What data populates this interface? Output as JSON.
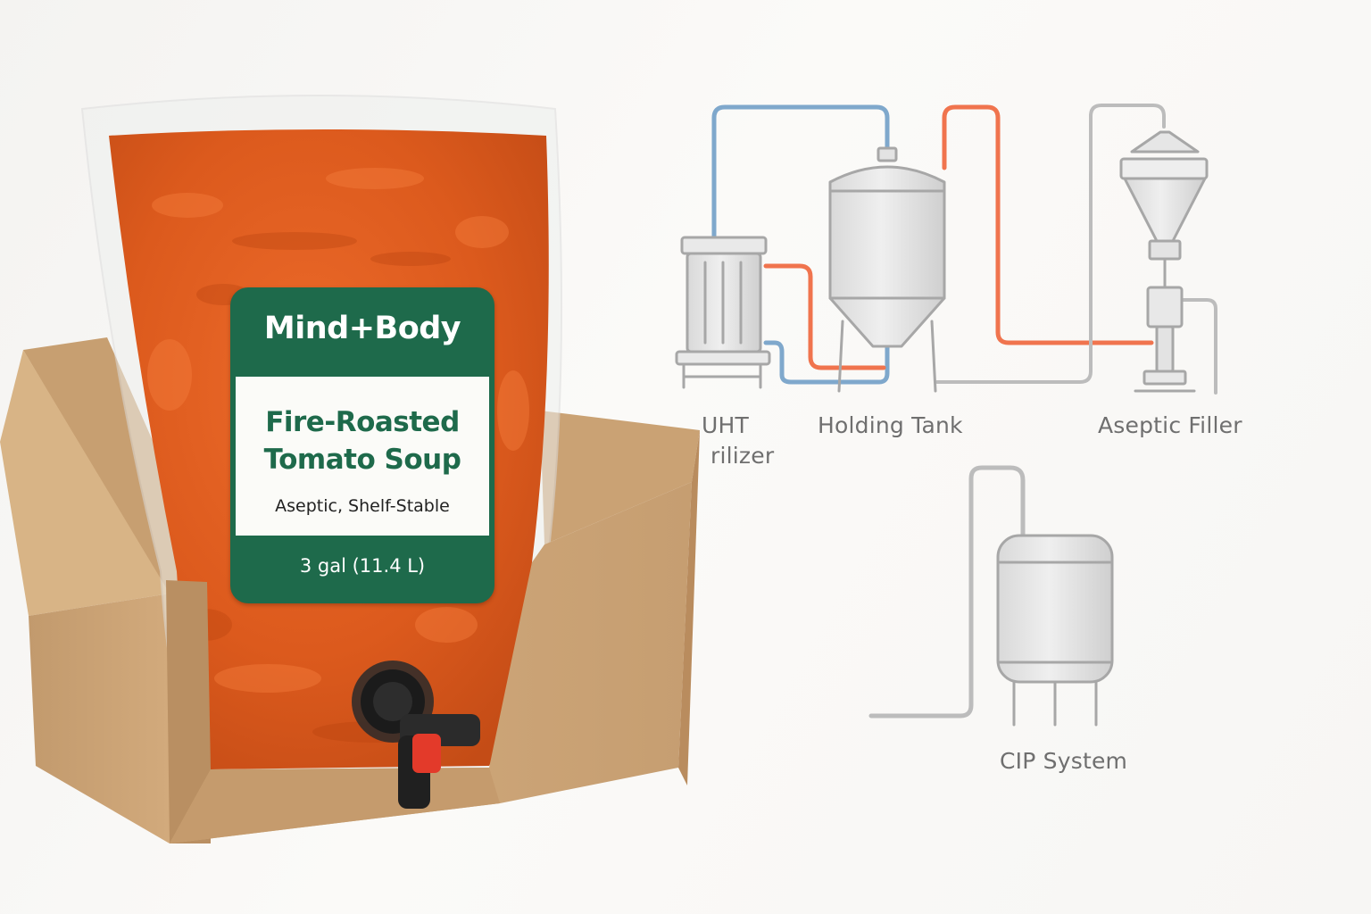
{
  "product": {
    "brand": "Mind+Body",
    "name_line1": "Fire-Roasted",
    "name_line2": "Tomato Soup",
    "descriptor": "Aseptic, Shelf-Stable",
    "volume": "3 gal (11.4 L)"
  },
  "diagram": {
    "labels": {
      "uht_line1": "UHT",
      "uht_line2": "rilizer",
      "holding_tank": "Holding Tank",
      "aseptic_filler": "Aseptic Filler",
      "cip_system": "CIP System"
    },
    "colors": {
      "hot_line": "#f0744e",
      "cool_line": "#7fa8cc",
      "return_line": "#bcbcbc",
      "equipment_fill": "#e3e3e3",
      "equipment_stroke": "#a7a7a7"
    }
  },
  "colors": {
    "label_green": "#1e6a4b",
    "soup_orange": "#dd5a1e",
    "cardboard": "#c9a274",
    "tap_red": "#e33a2a"
  },
  "icons": [
    "spigot-tap-icon"
  ]
}
